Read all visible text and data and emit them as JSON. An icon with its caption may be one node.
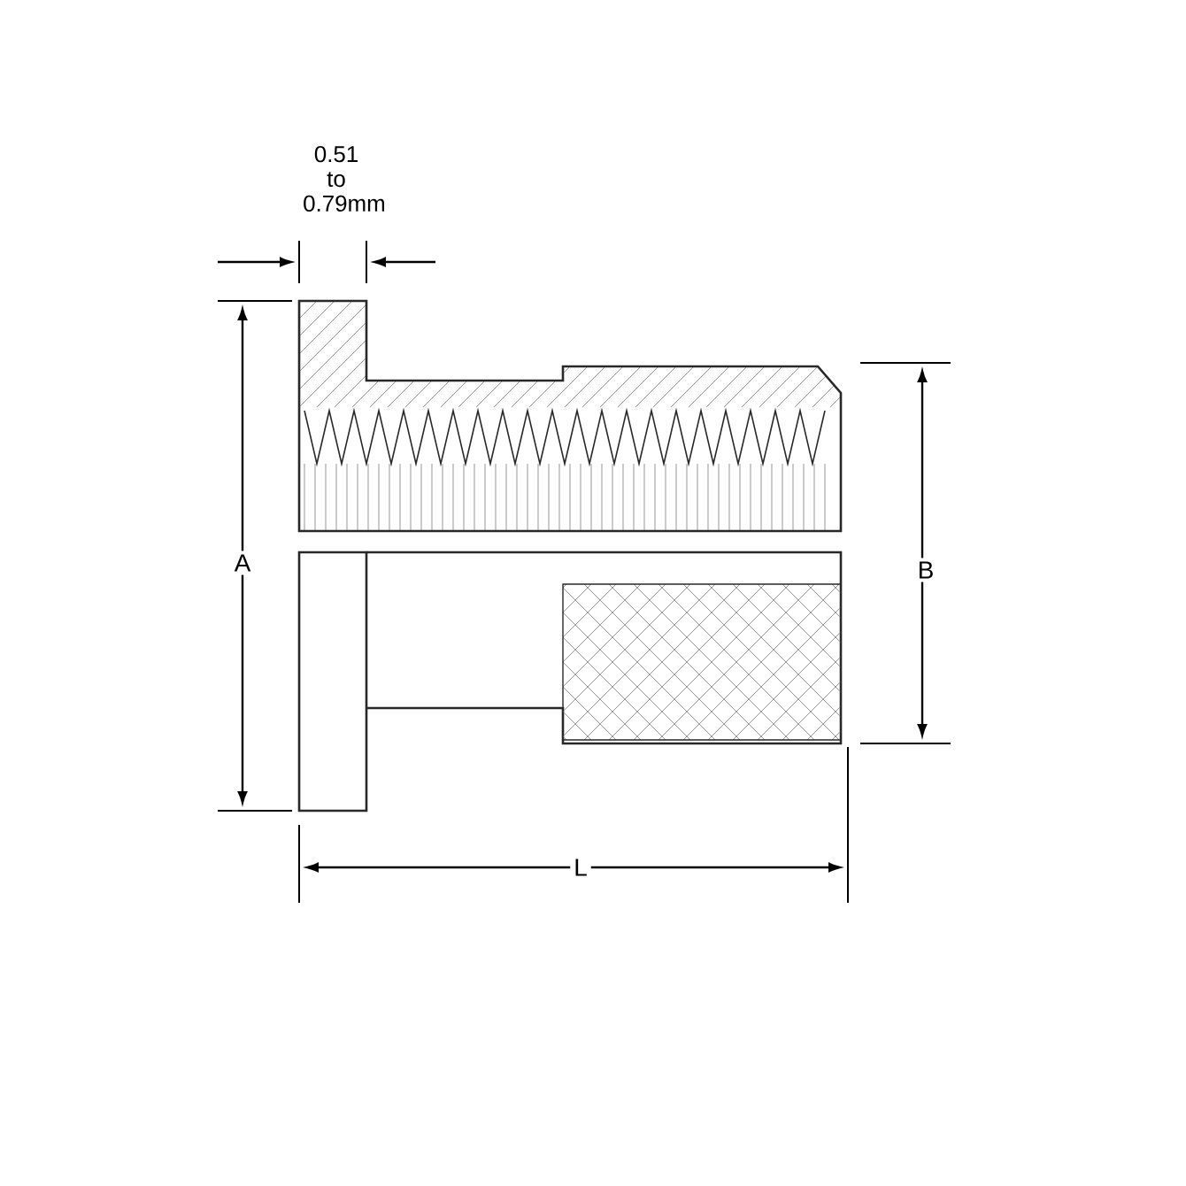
{
  "diagram": {
    "labels": [
      "0.51 to 0.79mm",
      "A",
      "B",
      "L"
    ]
  }
}
